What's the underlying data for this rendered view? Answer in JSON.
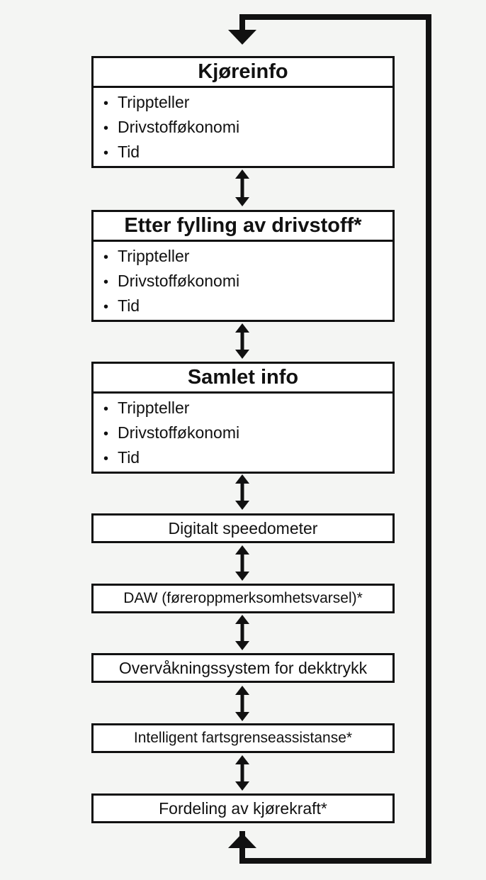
{
  "boxes": [
    {
      "title": "Kjøreinfo",
      "items": [
        "Trippteller",
        "Drivstofføkonomi",
        "Tid"
      ]
    },
    {
      "title": "Etter fylling av drivstoff*",
      "items": [
        "Trippteller",
        "Drivstofføkonomi",
        "Tid"
      ]
    },
    {
      "title": "Samlet info",
      "items": [
        "Trippteller",
        "Drivstofføkonomi",
        "Tid"
      ]
    }
  ],
  "simple_boxes": [
    "Digitalt speedometer",
    "DAW (føreroppmerksomhetsvarsel)*",
    "Overvåkningssystem for dekktrykk",
    "Intelligent fartsgrenseassistanse*",
    "Fordeling av kjørekraft*"
  ],
  "bullet_glyph": "•",
  "colors": {
    "background": "#f4f5f3",
    "line": "#111111",
    "box_fill": "#ffffff"
  }
}
